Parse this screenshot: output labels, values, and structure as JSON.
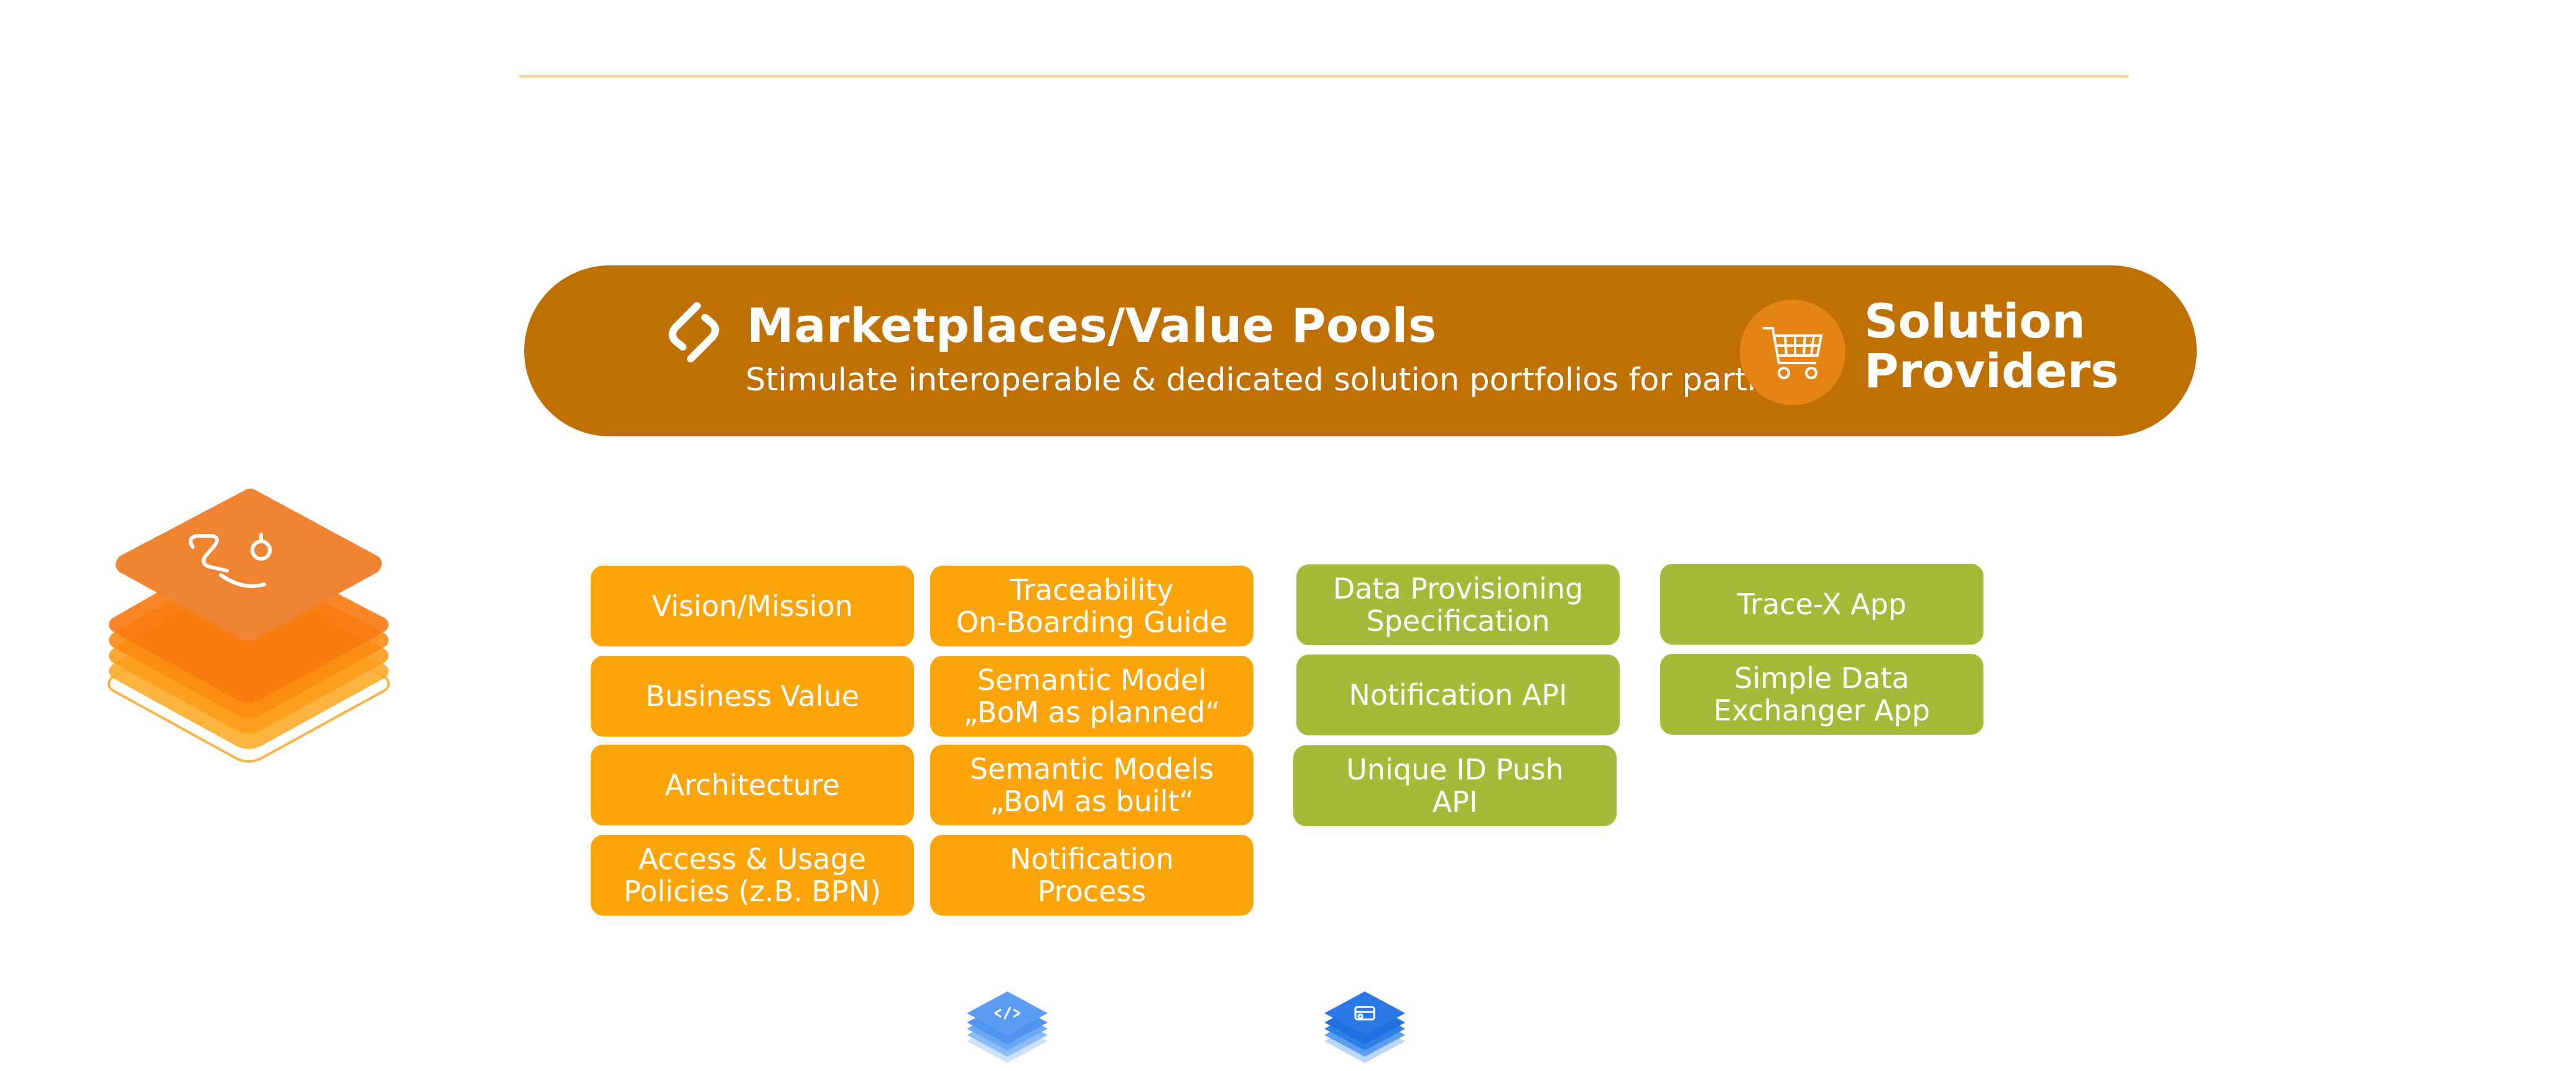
{
  "banner": {
    "title": "Marketplaces/Value Pools",
    "subtitle": "Stimulate interoperable & dedicated solution portfolios for partners",
    "provider_line1": "Solution",
    "provider_line2": "Providers"
  },
  "columns": {
    "col1": [
      {
        "line1": "Vision/Mission",
        "line2": ""
      },
      {
        "line1": "Business Value",
        "line2": ""
      },
      {
        "line1": "Architecture",
        "line2": ""
      },
      {
        "line1": "Access & Usage",
        "line2": "Policies (z.B. BPN)"
      }
    ],
    "col2": [
      {
        "line1": "Traceability",
        "line2": "On-Boarding Guide"
      },
      {
        "line1": "Semantic Model",
        "line2": "„BoM as planned“"
      },
      {
        "line1": "Semantic Models",
        "line2": "„BoM as built“"
      },
      {
        "line1": "Notification",
        "line2": "Process"
      }
    ],
    "col3": [
      {
        "line1": "Data Provisioning",
        "line2": "Specification"
      },
      {
        "line1": "Notification API",
        "line2": ""
      },
      {
        "line1": "Unique ID Push",
        "line2": "API"
      }
    ],
    "col4": [
      {
        "line1": "Trace-X App",
        "line2": ""
      },
      {
        "line1": "Simple Data",
        "line2": "Exchanger App"
      }
    ]
  },
  "icons": {
    "banner_logo": "link-logo-icon",
    "provider": "shopping-cart-icon",
    "left_stack": "traceability-route-stack-icon",
    "bottom_stack_1": "code-stack-icon",
    "bottom_stack_2": "app-stack-icon"
  },
  "colors": {
    "banner": "#bf7003",
    "cart_circle": "#e38415",
    "orange_box": "#fca50a",
    "green_box": "#a6ba39",
    "top_line": "#fad58a",
    "blue_stack": "#2f7fe9"
  }
}
